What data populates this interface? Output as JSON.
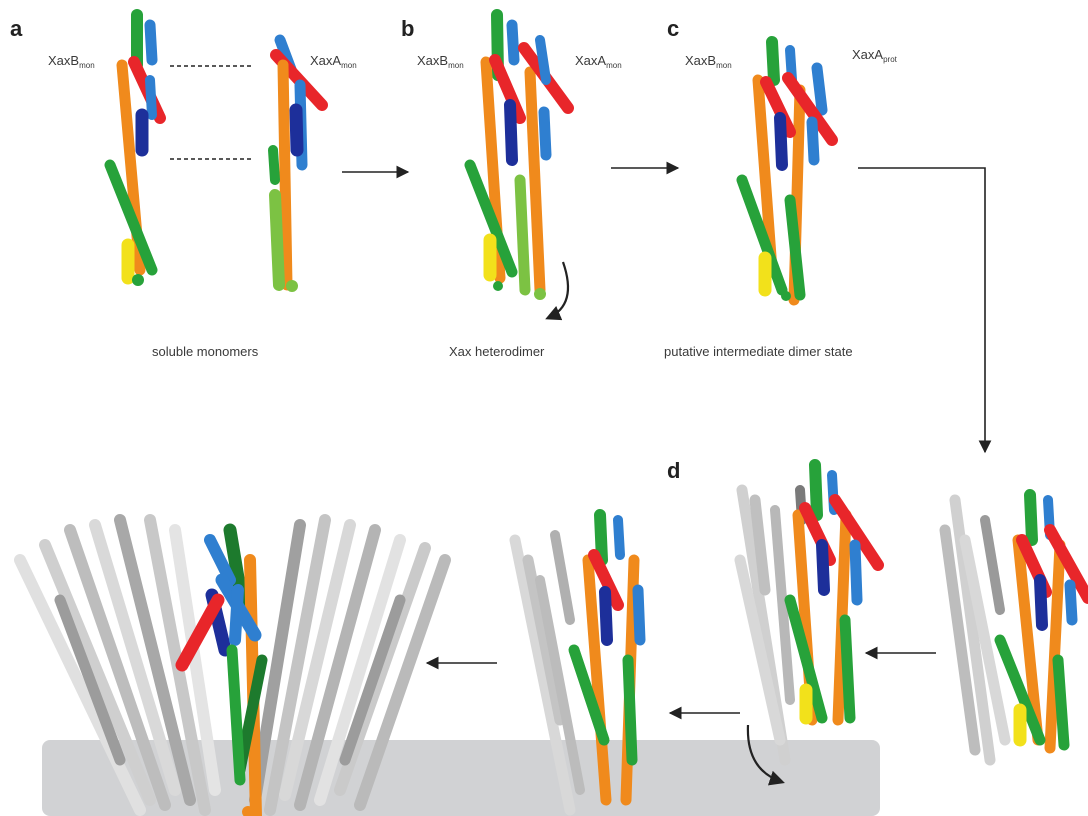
{
  "panels": {
    "a": "a",
    "b": "b",
    "c": "c",
    "d": "d"
  },
  "labels": {
    "a_left": {
      "base": "XaxB",
      "sub": "mon"
    },
    "a_right": {
      "base": "XaxA",
      "sub": "mon"
    },
    "b_left": {
      "base": "XaxB",
      "sub": "mon"
    },
    "b_right": {
      "base": "XaxA",
      "sub": "mon"
    },
    "c_left": {
      "base": "XaxB",
      "sub": "mon"
    },
    "c_right": {
      "base": "XaxA",
      "sub": "prot"
    }
  },
  "captions": {
    "a": "soluble monomers",
    "b": "Xax heterodimer",
    "c": "putative intermediate dimer state"
  },
  "colors": {
    "red": "#e8262a",
    "orange": "#f08a1c",
    "green": "#27a23a",
    "dark_green": "#1d7a2d",
    "light_green": "#7cc243",
    "blue": "#2f7fd0",
    "dark_blue": "#1d2f9a",
    "yellow": "#f2e11b",
    "grey": "#c8c8c8",
    "membrane": "#c9cacc",
    "arrow": "#222222"
  }
}
